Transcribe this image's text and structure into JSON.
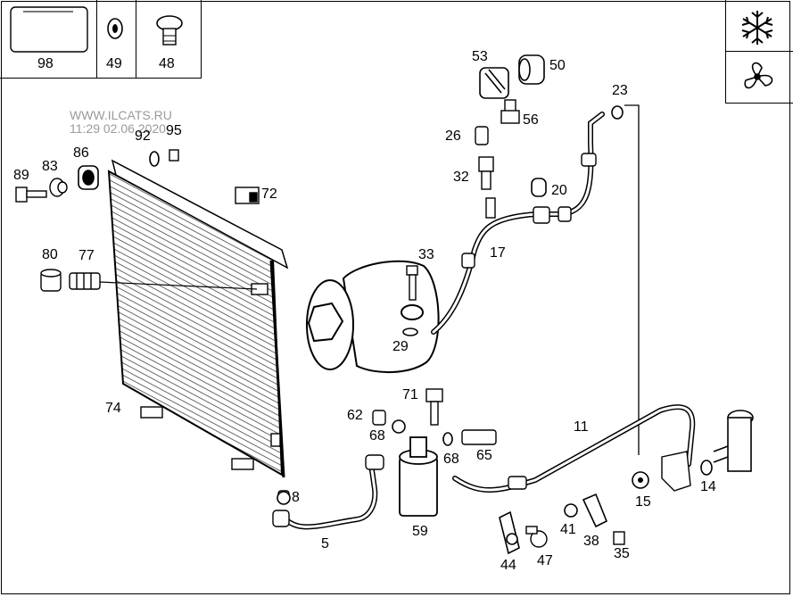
{
  "watermark": {
    "site": "WWW.ILCATS.RU",
    "datetime": "11:29 02.06.2020"
  },
  "header_cells": {
    "c98": "98",
    "c49": "49",
    "c48": "48"
  },
  "icons": {
    "top": "snowflake-icon",
    "bottom": "fan-icon"
  },
  "parts": {
    "p53": "53",
    "p50": "50",
    "p56": "56",
    "p23": "23",
    "p26": "26",
    "p32": "32",
    "p20": "20",
    "p17": "17",
    "p33": "33",
    "p29": "29",
    "p92": "92",
    "p95": "95",
    "p89": "89",
    "p83": "83",
    "p86": "86",
    "p72": "72",
    "p80": "80",
    "p77": "77",
    "p74": "74",
    "p71": "71",
    "p62": "62",
    "p68a": "68",
    "p68b": "68",
    "p65": "65",
    "p11": "11",
    "p14": "14",
    "p15": "15",
    "p8": "8",
    "p5": "5",
    "p59": "59",
    "p41": "41",
    "p38": "38",
    "p44": "44",
    "p47": "47",
    "p35": "35"
  }
}
